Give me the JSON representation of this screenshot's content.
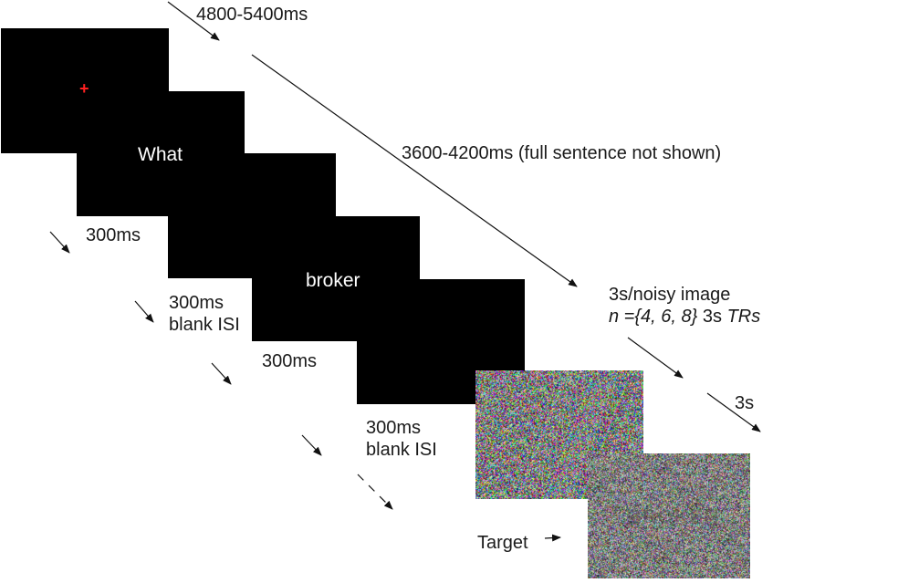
{
  "fixation": {
    "symbol": "+",
    "color": "#ff2020"
  },
  "words": {
    "first": "What",
    "second": "broker"
  },
  "timing": {
    "fixation_duration": "4800-5400ms",
    "sentence_duration": "3600-4200ms (full sentence not shown)",
    "word1": "300ms",
    "isi1_line1": "300ms",
    "isi1_line2": "blank ISI",
    "word2": "300ms",
    "isi2_line1": "300ms",
    "isi2_line2": "blank ISI",
    "noisy_line1": "3s/noisy image",
    "noisy_n": "n",
    "noisy_set": " ={4, 6, 8}",
    "noisy_mid": " 3s ",
    "noisy_tr": "TRs",
    "target_step": "3s",
    "target_label": "Target"
  },
  "target_image_text": "BROKER",
  "colors": {
    "screen": "#000000",
    "text": "#1a1a1a",
    "arrow": "#111111"
  }
}
